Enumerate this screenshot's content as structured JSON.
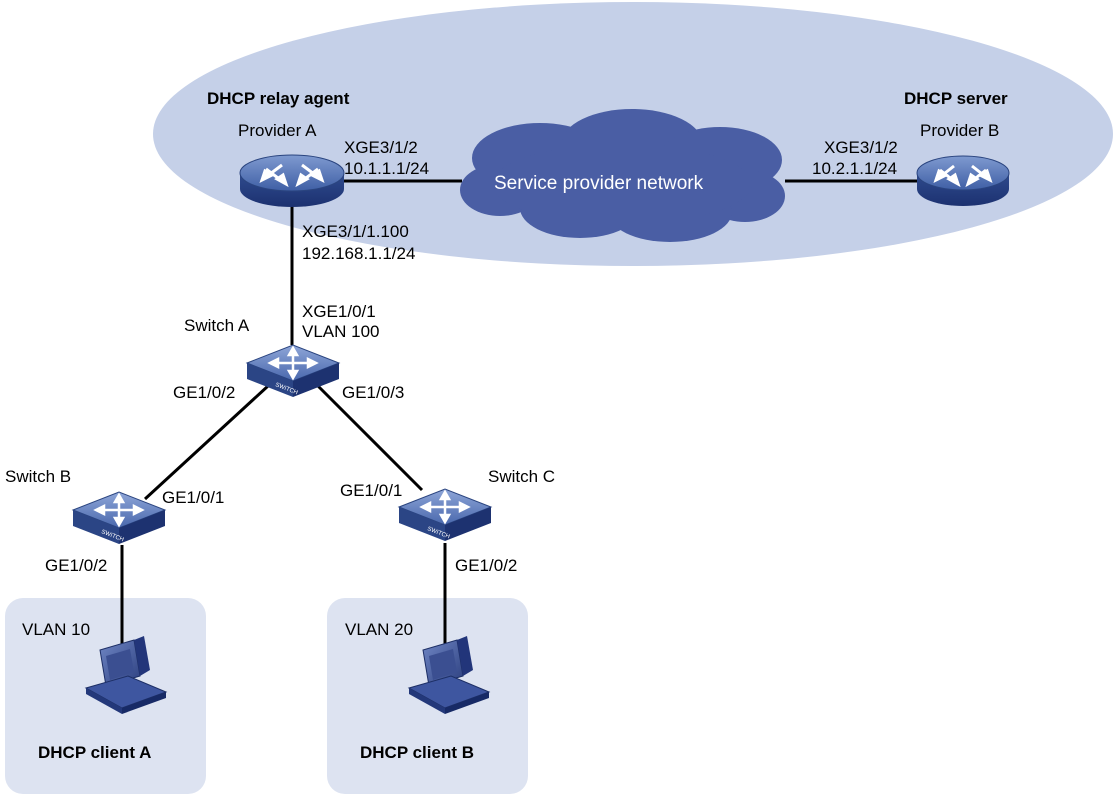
{
  "zones": {
    "provider_zone_color": "#c5d0e8",
    "vlan_zone_color": "#dde3f1",
    "cloud_color": "#4a5ea4",
    "line_color": "#000000"
  },
  "roles": {
    "relay_agent": "DHCP relay agent",
    "server": "DHCP server"
  },
  "cloud": {
    "label": "Service provider network"
  },
  "devices": {
    "provider_a": {
      "name": "Provider A",
      "icon": "router-icon"
    },
    "provider_b": {
      "name": "Provider B",
      "icon": "router-icon"
    },
    "switch_a": {
      "name": "Switch A",
      "icon": "switch-icon"
    },
    "switch_b": {
      "name": "Switch B",
      "icon": "switch-icon"
    },
    "switch_c": {
      "name": "Switch C",
      "icon": "switch-icon"
    },
    "client_a": {
      "name": "DHCP client A",
      "icon": "pc-icon"
    },
    "client_b": {
      "name": "DHCP client B",
      "icon": "pc-icon"
    }
  },
  "interfaces": {
    "pa_xge312": "XGE3/1/2",
    "pa_xge312_ip": "10.1.1.1/24",
    "pa_xge311": "XGE3/1/1.100",
    "pa_xge311_ip": "192.168.1.1/24",
    "pb_xge312": "XGE3/1/2",
    "pb_xge312_ip": "10.2.1.1/24",
    "sa_xge101": "XGE1/0/1",
    "sa_vlan": "VLAN 100",
    "sa_ge102": "GE1/0/2",
    "sa_ge103": "GE1/0/3",
    "sb_ge101": "GE1/0/1",
    "sb_ge102": "GE1/0/2",
    "sc_ge101": "GE1/0/1",
    "sc_ge102": "GE1/0/2"
  },
  "vlans": {
    "vlan10": "VLAN 10",
    "vlan20": "VLAN 20"
  }
}
